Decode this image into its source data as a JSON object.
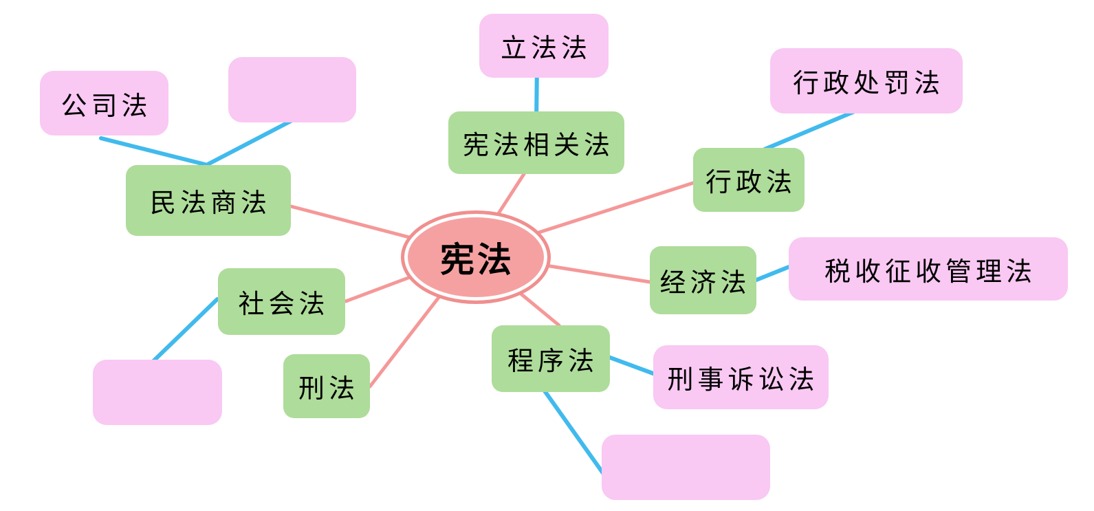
{
  "diagram": {
    "type": "mindmap",
    "topic": "Chinese legal system branches",
    "colors": {
      "center_fill": "#F6A1A1",
      "center_border": "#F08F8F",
      "branch_fill": "#AEDC9A",
      "leaf_fill": "#F9C8F3",
      "edge_red": "#F59898",
      "edge_blue": "#41BAED",
      "text": "#000000",
      "background": "#FFFFFF"
    },
    "center": {
      "label": "宪法"
    },
    "nodes": {
      "constitutional_related": {
        "label": "宪法相关法"
      },
      "legislation": {
        "label": "立法法"
      },
      "administrative": {
        "label": "行政法"
      },
      "admin_penalty": {
        "label": "行政处罚法"
      },
      "economic": {
        "label": "经济法"
      },
      "tax_collection": {
        "label": "税收征收管理法"
      },
      "procedural": {
        "label": "程序法"
      },
      "criminal_procedure": {
        "label": "刑事诉讼法"
      },
      "procedural_empty": {
        "label": ""
      },
      "civil_commercial": {
        "label": "民法商法"
      },
      "company": {
        "label": "公司法"
      },
      "civil_empty": {
        "label": ""
      },
      "social": {
        "label": "社会法"
      },
      "social_empty": {
        "label": ""
      },
      "criminal": {
        "label": "刑法"
      }
    },
    "relations": [
      {
        "parent": "宪法",
        "child": "宪法相关法"
      },
      {
        "parent": "宪法相关法",
        "child": "立法法"
      },
      {
        "parent": "宪法",
        "child": "行政法"
      },
      {
        "parent": "行政法",
        "child": "行政处罚法"
      },
      {
        "parent": "宪法",
        "child": "经济法"
      },
      {
        "parent": "经济法",
        "child": "税收征收管理法"
      },
      {
        "parent": "宪法",
        "child": "程序法"
      },
      {
        "parent": "程序法",
        "child": "刑事诉讼法"
      },
      {
        "parent": "程序法",
        "child": "(blank node)"
      },
      {
        "parent": "宪法",
        "child": "刑法"
      },
      {
        "parent": "宪法",
        "child": "社会法"
      },
      {
        "parent": "社会法",
        "child": "(blank node)"
      },
      {
        "parent": "宪法",
        "child": "民法商法"
      },
      {
        "parent": "民法商法",
        "child": "公司法"
      },
      {
        "parent": "民法商法",
        "child": "(blank node)"
      }
    ]
  }
}
